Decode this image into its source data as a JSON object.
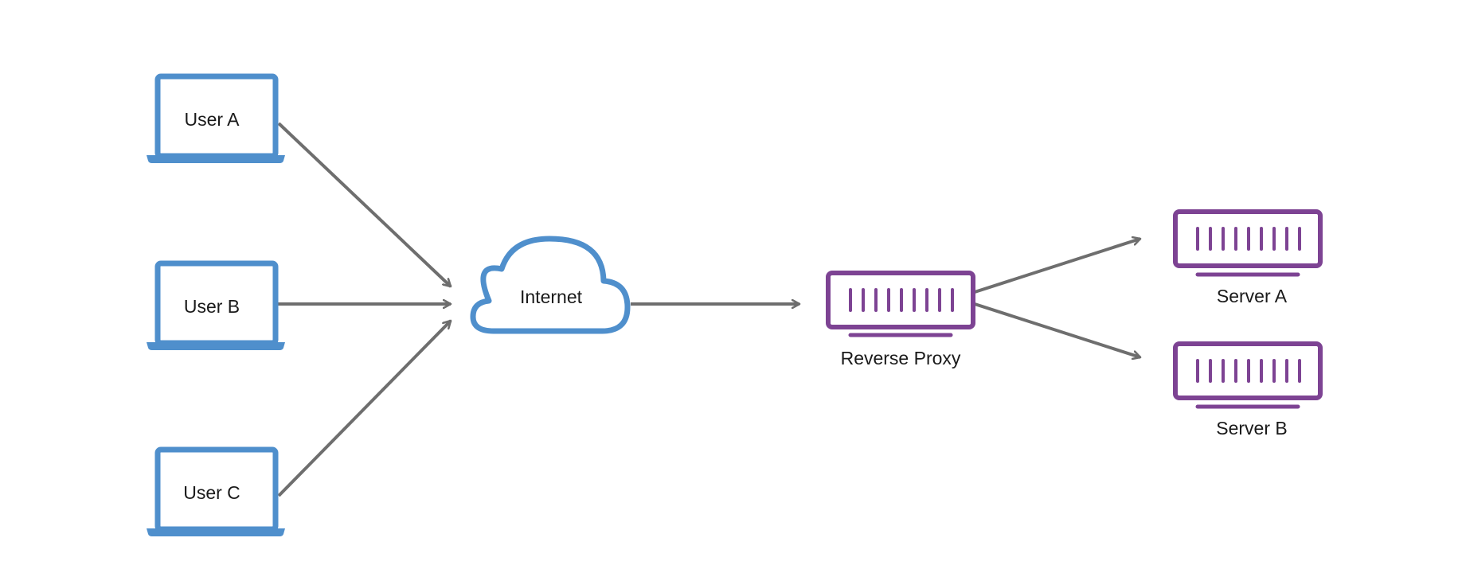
{
  "colors": {
    "laptop": "#4f8fcc",
    "cloud": "#4f8fcc",
    "server": "#7d4393",
    "arrow": "#6e6e6e",
    "text": "#1a1a1a"
  },
  "users": [
    {
      "label": "User A",
      "icon": "laptop-icon"
    },
    {
      "label": "User B",
      "icon": "laptop-icon"
    },
    {
      "label": "User C",
      "icon": "laptop-icon"
    }
  ],
  "internet": {
    "label": "Internet",
    "icon": "cloud-icon"
  },
  "proxy": {
    "label": "Reverse Proxy",
    "icon": "server-icon"
  },
  "servers": [
    {
      "label": "Server A",
      "icon": "server-icon"
    },
    {
      "label": "Server B",
      "icon": "server-icon"
    }
  ],
  "connections": [
    {
      "from": "User A",
      "to": "Internet"
    },
    {
      "from": "User B",
      "to": "Internet"
    },
    {
      "from": "User C",
      "to": "Internet"
    },
    {
      "from": "Internet",
      "to": "Reverse Proxy"
    },
    {
      "from": "Reverse Proxy",
      "to": "Server A"
    },
    {
      "from": "Reverse Proxy",
      "to": "Server B"
    }
  ]
}
